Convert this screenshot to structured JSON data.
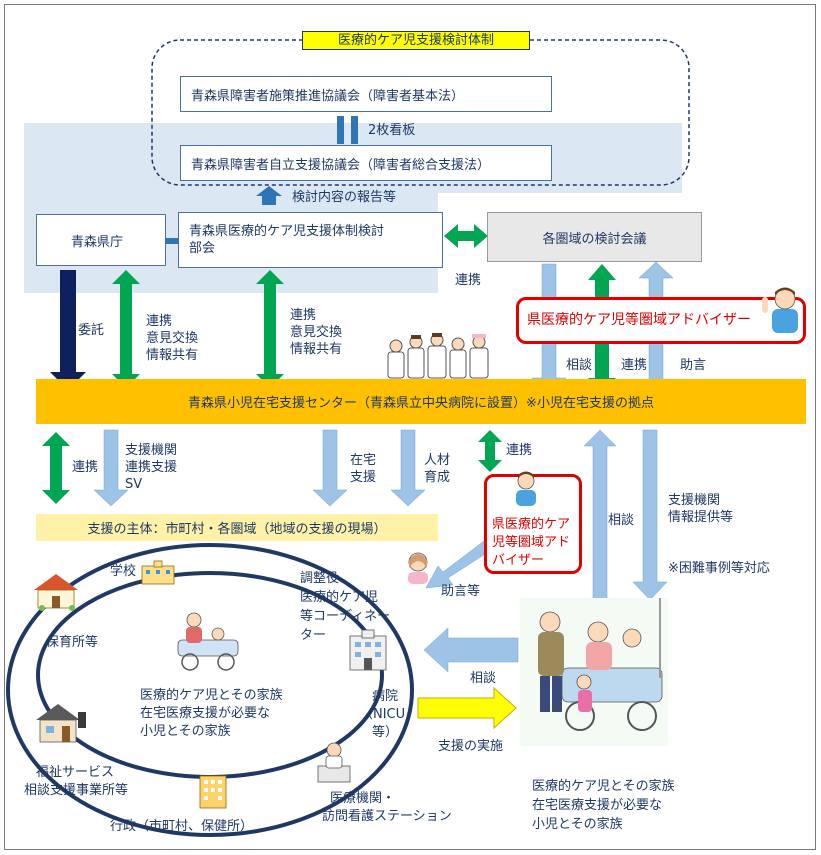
{
  "title": "医療的ケア児支援検討体制",
  "boxes": {
    "council1": "青森県障害者施策推進協議会（障害者基本法）",
    "council2": "青森県障害者自立支援協議会（障害者総合支援法）",
    "pref_office": "青森県庁",
    "subcommittee_line1": "青森県医療的ケア児支援体制検討",
    "subcommittee_line2": "部会",
    "area_meeting": "各圏域の検討会議",
    "center": "青森県小児在宅支援センター（青森県立中央病院に設置）※小児在宅支援の拠点",
    "support_subject": "支援の主体：市町村・各圏域（地域の支援の現場）"
  },
  "labels": {
    "two_signs": "2枚看板",
    "report": "検討内容の報告等",
    "renkei": "連携",
    "itaku": "委託",
    "renkei_block1": [
      "連携",
      "意見交換",
      "情報共有"
    ],
    "renkei_block2": [
      "連携",
      "意見交換",
      "情報共有"
    ],
    "soudan": "相談",
    "jogen": "助言",
    "support_block": [
      "支援機関",
      "連携支援",
      "SV"
    ],
    "zaitaku": [
      "在宅",
      "支援"
    ],
    "jinzai": [
      "人材",
      "育成"
    ],
    "soudan2": "相談",
    "info_block": [
      "支援機関",
      "情報提供等"
    ],
    "difficult": "※困難事例等対応",
    "advice_etc": "助言等",
    "soudan3": "相談",
    "support_impl": "支援の実施"
  },
  "advisor": {
    "top": "県医療的ケア児等圏域アドバイザー",
    "bottom": [
      "県医療的ケア",
      "児等圏域アド",
      "バイザー"
    ]
  },
  "community": {
    "school": "学校",
    "nursery": "保育所等",
    "welfare": [
      "福祉サービス",
      "相談支援事業所等"
    ],
    "coordinator": [
      "調整役",
      "医療的ケア児",
      "等コーディネー",
      "ター"
    ],
    "family_center": [
      "医療的ケア児とその家族",
      "在宅医療支援が必要な",
      "小児とその家族"
    ],
    "hospital": [
      "病院",
      "（NICU",
      "等）"
    ],
    "medical": [
      "医療機関・",
      "訪問看護ステーション"
    ],
    "admin": "行政（市町村、保健所）"
  },
  "family_right": [
    "医療的ケア児とその家族",
    "在宅医療支援が必要な",
    "小児とその家族"
  ],
  "colors": {
    "navy": "#1f3864",
    "blue_arrow": "#9dc3e6",
    "green_arrow": "#00a651",
    "orange_band": "#ffc000",
    "yellow_band": "#fff2a8",
    "advisor_red": "#e00000",
    "bg_blue": "#dbe8f4"
  }
}
